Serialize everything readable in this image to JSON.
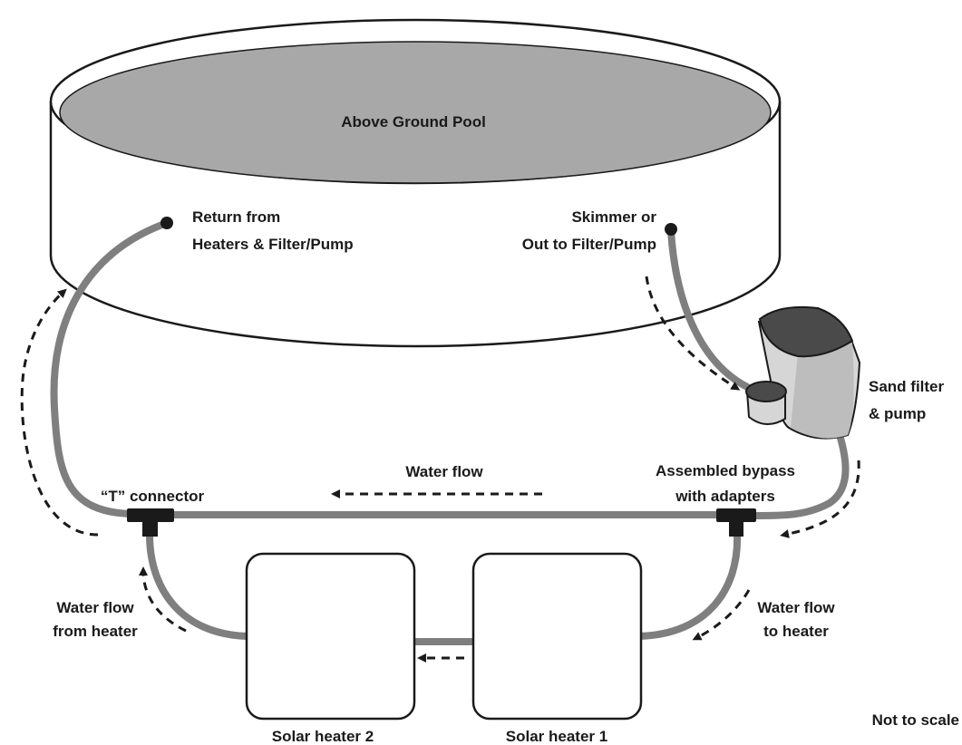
{
  "colors": {
    "pool_water": "#a8a8a8",
    "pipe": "#7f7f7f",
    "ink": "#1a1a1a",
    "filter_top": "#4a4a4a",
    "filter_body": "#d6d6d6"
  },
  "labels": {
    "pool": "Above Ground Pool",
    "return_line1": "Return from",
    "return_line2": "Heaters & Filter/Pump",
    "skimmer_line1": "Skimmer or",
    "skimmer_line2": "Out to Filter/Pump",
    "filter_line1": "Sand filter",
    "filter_line2": "& pump",
    "bypass_line1": "Assembled bypass",
    "bypass_line2": "with adapters",
    "t_connector": "“T” connector",
    "water_flow": "Water flow",
    "from_heater_line1": "Water flow",
    "from_heater_line2": "from heater",
    "to_heater_line1": "Water flow",
    "to_heater_line2": "to heater",
    "heater_2": "Solar heater 2",
    "heater_1": "Solar heater 1",
    "scale_note": "Not to scale"
  },
  "components": [
    {
      "name": "Above Ground Pool",
      "kind": "pool"
    },
    {
      "name": "Sand filter & pump",
      "kind": "filter"
    },
    {
      "name": "Assembled bypass with adapters",
      "kind": "t-fitting"
    },
    {
      "name": "“T” connector",
      "kind": "t-fitting"
    },
    {
      "name": "Solar heater 1",
      "kind": "panel"
    },
    {
      "name": "Solar heater 2",
      "kind": "panel"
    }
  ]
}
